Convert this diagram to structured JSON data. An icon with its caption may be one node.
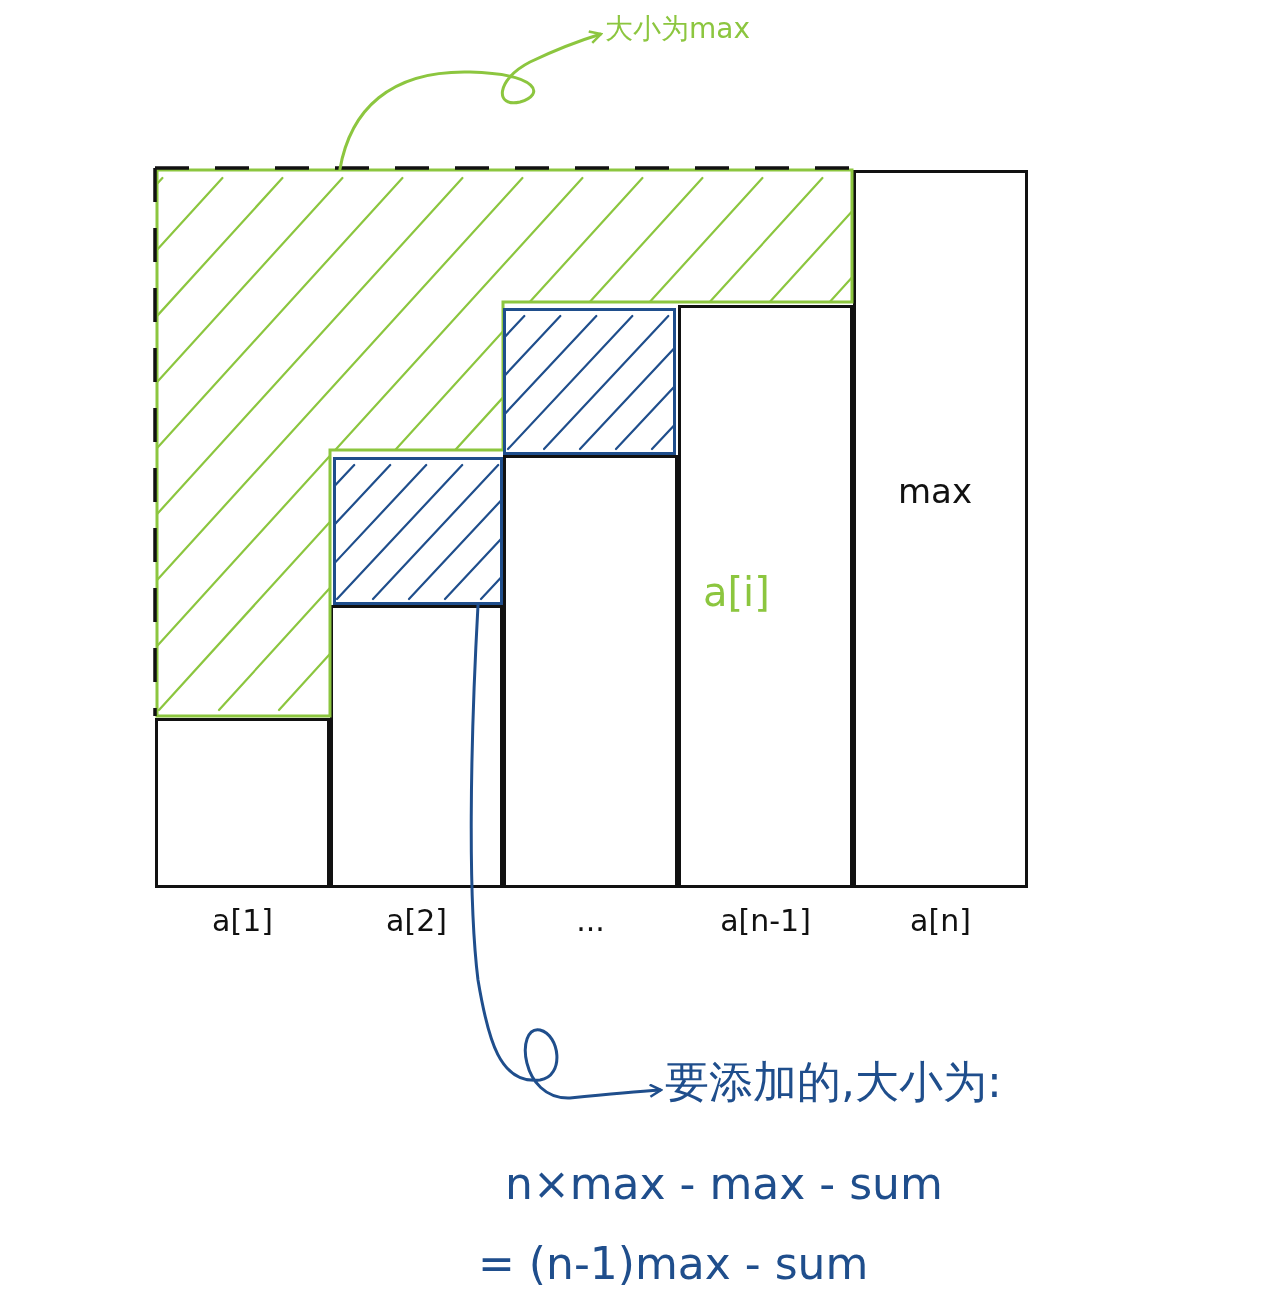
{
  "diagram": {
    "nodes": [
      {
        "text": [
          "大小为max"
        ]
      },
      {
        "text": [],
        "shape": "polygon"
      },
      {
        "text": [],
        "shape": "box"
      },
      {
        "text": [],
        "shape": "box"
      },
      {
        "text": [],
        "shape": "bar",
        "beside": [
          "a[1]"
        ]
      },
      {
        "text": [],
        "shape": "bar",
        "beside": [
          "a[2]"
        ]
      },
      {
        "text": [],
        "shape": "bar",
        "beside": [
          "..."
        ]
      },
      {
        "text": [
          "a[i]"
        ],
        "beside": [
          "a[n-1]"
        ]
      },
      {
        "text": [
          "max"
        ],
        "beside": [
          "a[n]"
        ]
      },
      {
        "text": [
          "要添加的,大小为:"
        ]
      }
    ],
    "edges": [
      {
        "from": 1,
        "to": 0,
        "arrow": "to",
        "color": "#8cc63f"
      },
      {
        "from": 3,
        "to": 9,
        "arrow": "to",
        "color": "#1f4e8c"
      }
    ],
    "labels": [
      "n×max - max - sum",
      "= (n-1)max - sum"
    ]
  }
}
